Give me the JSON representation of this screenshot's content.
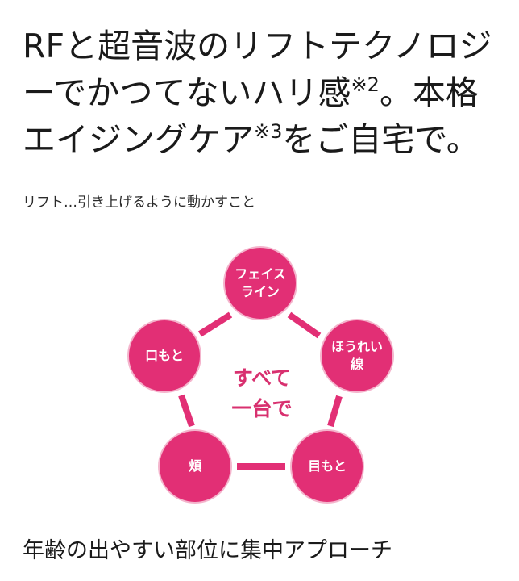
{
  "headline": {
    "line1": "RFと超音波のリフトテクノロジ",
    "line2_main": "ーでかつてないハリ感",
    "line2_sup": "※2",
    "line2_tail": "。本格",
    "line3_main": "エイジングケア",
    "line3_sup": "※3",
    "line3_tail": "をご自宅で。"
  },
  "note": "リフト…引き上げるように動かすこと",
  "diagram": {
    "accent_color": "#e22f75",
    "center_text": "すべて\n一台で",
    "nodes": [
      {
        "id": "face-line",
        "label": "フェイス\nライン"
      },
      {
        "id": "nasolabial",
        "label": "ほうれい\n線"
      },
      {
        "id": "eyes",
        "label": "目もと"
      },
      {
        "id": "cheek",
        "label": "頬"
      },
      {
        "id": "mouth",
        "label": "口もと"
      }
    ]
  },
  "footer": "年齢の出やすい部位に集中アプローチ"
}
